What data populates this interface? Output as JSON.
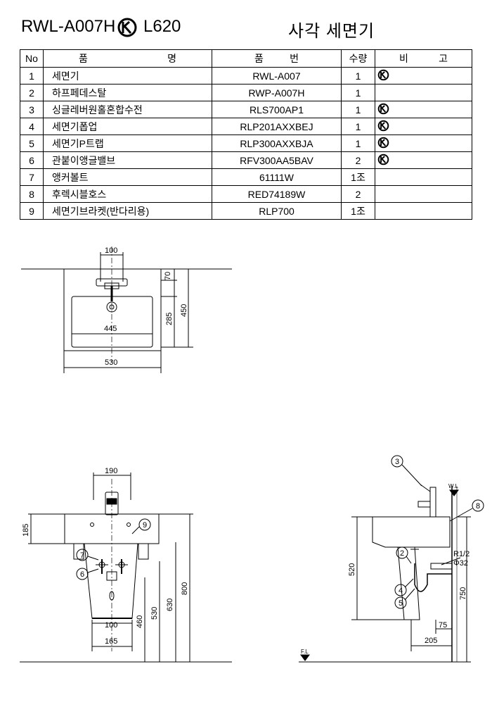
{
  "header": {
    "model": "RWL-A007H",
    "code": "L620",
    "title": "사각 세면기"
  },
  "table": {
    "headers": {
      "no": "No",
      "name": "품 명",
      "part": "품 번",
      "qty": "수량",
      "note": "비 고"
    },
    "rows": [
      {
        "no": "1",
        "name": "세면기",
        "part": "RWL-A007",
        "qty": "1",
        "ks": true
      },
      {
        "no": "2",
        "name": "하프페데스탈",
        "part": "RWP-A007H",
        "qty": "1",
        "ks": false
      },
      {
        "no": "3",
        "name": "싱글레버원홀혼합수전",
        "part": "RLS700AP1",
        "qty": "1",
        "ks": true
      },
      {
        "no": "4",
        "name": "세면기폽업",
        "part": "RLP201AXXBEJ",
        "qty": "1",
        "ks": true
      },
      {
        "no": "5",
        "name": "세면기P트랩",
        "part": "RLP300AXXBJA",
        "qty": "1",
        "ks": true
      },
      {
        "no": "6",
        "name": "관붙이앵글밸브",
        "part": "RFV300AA5BAV",
        "qty": "2",
        "ks": true
      },
      {
        "no": "7",
        "name": "앵커볼트",
        "part": "61111W",
        "qty": "1조",
        "ks": false
      },
      {
        "no": "8",
        "name": "후렉시블호스",
        "part": "RED74189W",
        "qty": "2",
        "ks": false
      },
      {
        "no": "9",
        "name": "세면기브라켓(반다리용)",
        "part": "RLP700",
        "qty": "1조",
        "ks": false
      }
    ]
  },
  "dims": {
    "top": {
      "d100": "100",
      "d70": "70",
      "d450": "450",
      "d285": "285",
      "d445": "445",
      "d530": "530"
    },
    "front": {
      "d190": "190",
      "d185": "185",
      "d800": "800",
      "d630": "630",
      "d530": "530",
      "d460": "460",
      "d100": "100",
      "d165": "165"
    },
    "side": {
      "d520": "520",
      "d750": "750",
      "r12": "R1/2",
      "phi32": "Φ32",
      "d75": "75",
      "d205": "205",
      "wl": "W.L",
      "fl": "F.L"
    }
  },
  "callouts": [
    "2",
    "3",
    "4",
    "5",
    "6",
    "7",
    "8",
    "9"
  ]
}
